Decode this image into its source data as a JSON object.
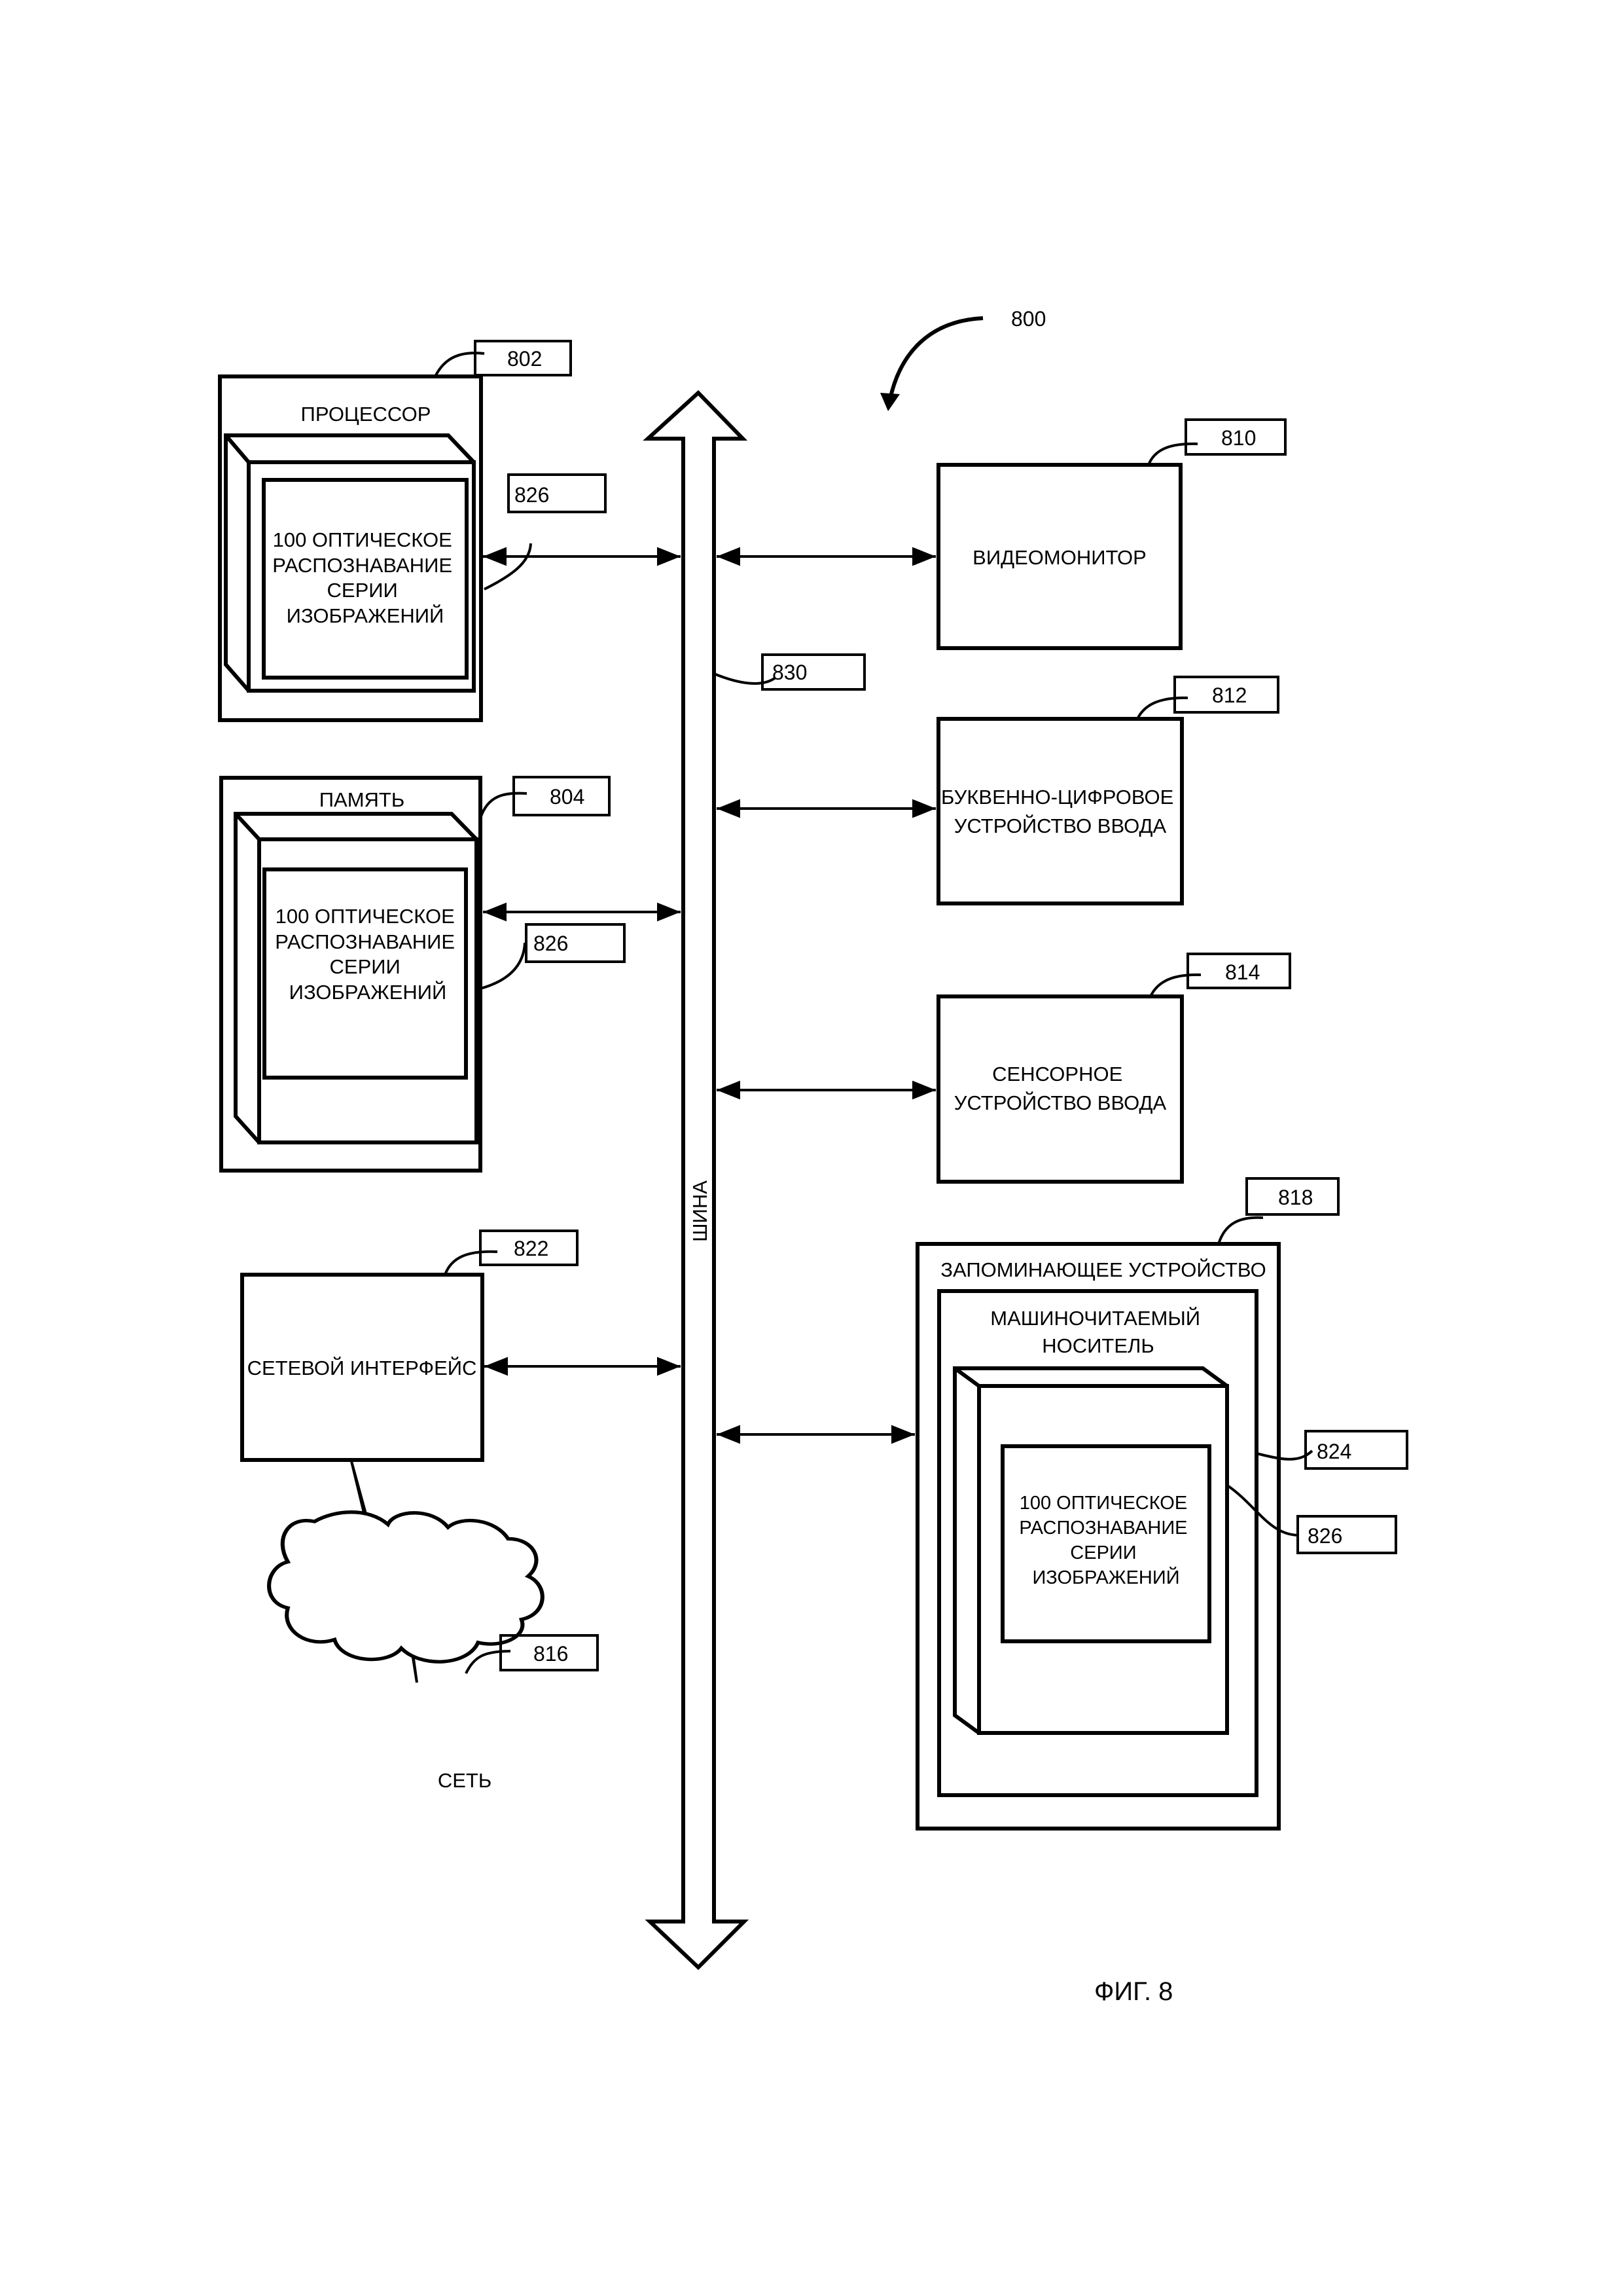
{
  "figure": {
    "caption": "ФИГ. 8",
    "system_ref": "800",
    "palette": {
      "ink": "#000000",
      "paper": "#ffffff"
    }
  },
  "bus": {
    "label": "ШИНА",
    "ref": "830"
  },
  "processor": {
    "ref": "802",
    "title": "ПРОЦЕССОР",
    "module_ref": "826",
    "module_lines": [
      "100 ОПТИЧЕСКОЕ",
      "РАСПОЗНАВАНИЕ",
      "СЕРИИ",
      "ИЗОБРАЖЕНИЙ"
    ]
  },
  "memory": {
    "ref": "804",
    "title": "ПАМЯТЬ",
    "module_ref": "826",
    "module_lines": [
      "100 ОПТИЧЕСКОЕ",
      "РАСПОЗНАВАНИЕ",
      "СЕРИИ",
      "ИЗОБРАЖЕНИЙ"
    ]
  },
  "network_interface": {
    "ref": "822",
    "title": "СЕТЕВОЙ ИНТЕРФЕЙС"
  },
  "network": {
    "ref": "816",
    "title": "СЕТЬ"
  },
  "video_monitor": {
    "ref": "810",
    "title": "ВИДЕОМОНИТОР"
  },
  "alnum_input": {
    "ref": "812",
    "lines": [
      "БУКВЕННО-ЦИФРОВОЕ",
      "УСТРОЙСТВО ВВОДА"
    ]
  },
  "touch_input": {
    "ref": "814",
    "lines": [
      "СЕНСОРНОЕ",
      "УСТРОЙСТВО ВВОДА"
    ]
  },
  "storage": {
    "ref": "818",
    "title": "ЗАПОМИНАЮЩЕЕ УСТРОЙСТВО",
    "medium_ref": "824",
    "medium_lines": [
      "МАШИНОЧИТАЕМЫЙ",
      "НОСИТЕЛЬ"
    ],
    "module_ref": "826",
    "module_lines": [
      "100 ОПТИЧЕСКОЕ",
      "РАСПОЗНАВАНИЕ",
      "СЕРИИ",
      "ИЗОБРАЖЕНИЙ"
    ]
  }
}
